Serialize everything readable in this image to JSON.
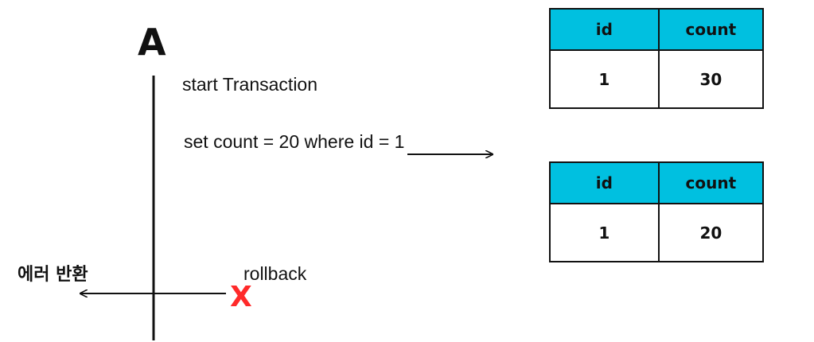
{
  "actor": "A",
  "steps": {
    "start": "start Transaction",
    "update": "set count = 20 where id = 1",
    "rollback": "rollback"
  },
  "error_label": "에러 반환",
  "rollback_mark": "X",
  "colors": {
    "header_bg": "#00c0e0",
    "border": "#111111",
    "mark": "#ff2a2a"
  },
  "tables": [
    {
      "headers": [
        "id",
        "count"
      ],
      "rows": [
        [
          "1",
          "30"
        ]
      ]
    },
    {
      "headers": [
        "id",
        "count"
      ],
      "rows": [
        [
          "1",
          "20"
        ]
      ]
    }
  ]
}
